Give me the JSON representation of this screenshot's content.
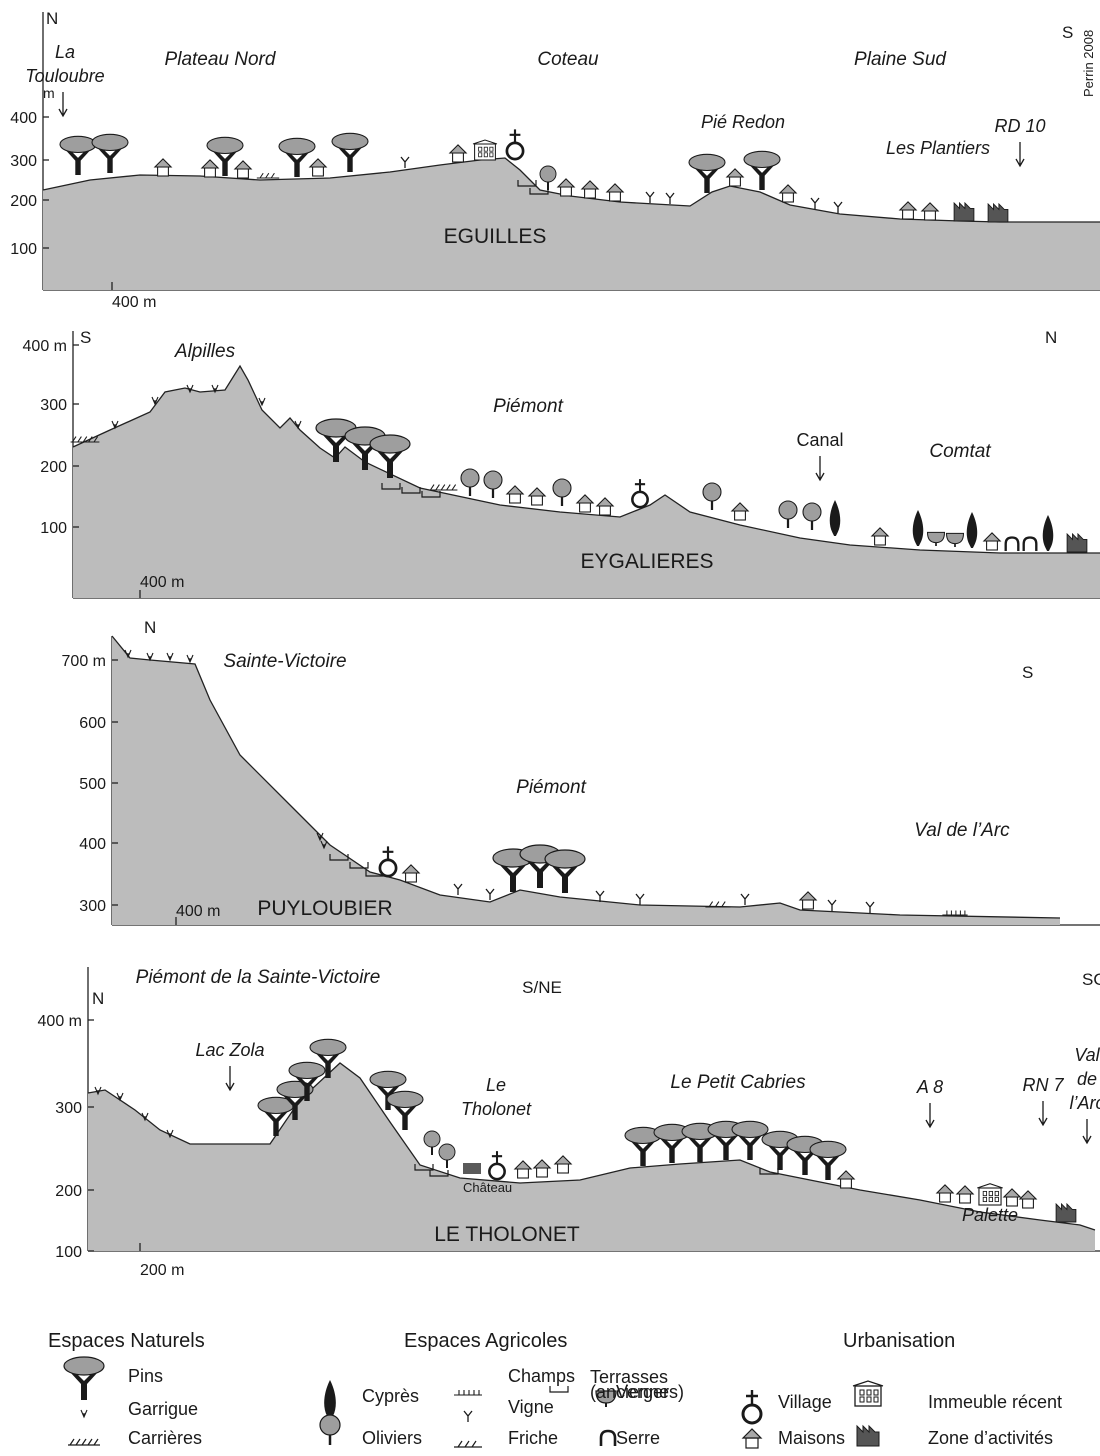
{
  "credit": "Perrin 2008",
  "colors": {
    "terrain": "#bcbcbc",
    "terrain_edge": "#222222",
    "tree": "#9e9e9e",
    "tree_dark": "#6a6a6a",
    "house": "#a8a8a8",
    "industry": "#555555",
    "frame": "#222222"
  },
  "profiles": [
    {
      "name": "EGUILLES",
      "left_dir": "N",
      "right_dir": "S",
      "unit_label": "m",
      "scale_label": "400 m",
      "y_ticks": [
        "400",
        "300",
        "200",
        "100"
      ],
      "region_labels": [
        "Plateau Nord",
        "Coteau",
        "Plaine Sud"
      ],
      "place_labels": [
        "Pié Redon",
        "Les Plantiers"
      ],
      "markers": [
        "La\nTouloubre",
        "RD 10"
      ],
      "surface_icons": [
        "pin-tree",
        "pin-tree",
        "house",
        "pin-tree",
        "house",
        "house",
        "friche",
        "pin-tree",
        "house",
        "pin-tree",
        "vigne",
        "house",
        "recent-building",
        "village",
        "olive-tree",
        "house",
        "house",
        "house",
        "vigne",
        "vigne",
        "pin-tree",
        "house",
        "pin-tree",
        "house",
        "vigne",
        "vigne",
        "house",
        "house",
        "industry",
        "industry"
      ]
    },
    {
      "name": "EYGALIERES",
      "left_dir": "S",
      "right_dir": "N",
      "scale_label": "400 m",
      "y_ticks": [
        "400 m",
        "300",
        "200",
        "100"
      ],
      "region_labels": [
        "Alpilles",
        "Piémont",
        "Comtat"
      ],
      "markers": [
        "Canal"
      ],
      "surface_icons": [
        "pin-tree",
        "pin-tree",
        "pin-tree",
        "olive-tree",
        "olive-tree",
        "house",
        "house",
        "olive-tree",
        "house",
        "house",
        "village",
        "olive-tree",
        "house",
        "olive-tree",
        "olive-tree",
        "cypress",
        "house",
        "cypress",
        "orchard",
        "orchard",
        "cypress",
        "house",
        "greenhouse",
        "greenhouse",
        "cypress",
        "industry"
      ]
    },
    {
      "name": "PUYLOUBIER",
      "left_dir": "N",
      "right_dir": "S",
      "scale_label": "400 m",
      "y_ticks": [
        "700 m",
        "600",
        "500",
        "400",
        "300"
      ],
      "region_labels": [
        "Sainte-Victoire",
        "Piémont",
        "Val de l’Arc"
      ],
      "surface_icons": [
        "garrigue",
        "village",
        "house",
        "pin-tree",
        "pin-tree",
        "pin-tree",
        "vigne",
        "friche",
        "house",
        "vigne",
        "champs"
      ]
    },
    {
      "name": "LE THOLONET",
      "left_dir": "N",
      "center_dir": "S/NE",
      "right_dir": "SO",
      "scale_label": "200 m",
      "y_ticks": [
        "400 m",
        "300",
        "200",
        "100"
      ],
      "region_labels": [
        "Piémont de la Sainte-Victoire",
        "Le Petit Cabries"
      ],
      "markers": [
        "Lac Zola",
        "A 8",
        "RN 7",
        "Val\nde\nl’Arc"
      ],
      "place_labels": [
        "Le\nTholonet",
        "Palette"
      ],
      "site_label": "Château",
      "surface_icons": [
        "pin-tree",
        "pin-tree",
        "pin-tree",
        "pin-tree",
        "pin-tree",
        "pin-tree",
        "olive-tree",
        "olive-tree",
        "village",
        "house",
        "house",
        "house",
        "pin-tree",
        "pin-tree",
        "pin-tree",
        "pin-tree",
        "pin-tree",
        "pin-tree",
        "pin-tree",
        "pin-tree",
        "house",
        "house",
        "house",
        "recent-building",
        "house",
        "house",
        "industry"
      ]
    }
  ],
  "legend": {
    "natural": {
      "title": "Espaces Naturels",
      "items": [
        {
          "icon": "pin-tree",
          "label": "Pins"
        },
        {
          "icon": "garrigue",
          "label": "Garrigue"
        },
        {
          "icon": "carrieres",
          "label": "Carrières"
        }
      ]
    },
    "agricole": {
      "title": "Espaces Agricoles",
      "items": [
        {
          "icon": "cypress",
          "label": "Cyprès"
        },
        {
          "icon": "olive-tree",
          "label": "Oliviers"
        },
        {
          "icon": "champs",
          "label": "Champs"
        },
        {
          "icon": "vigne",
          "label": "Vigne"
        },
        {
          "icon": "friche",
          "label": "Friche"
        },
        {
          "icon": "terrasses",
          "label": "Terrasses\n(anciennes)"
        },
        {
          "icon": "orchard",
          "label": "Verger"
        },
        {
          "icon": "greenhouse",
          "label": "Serre"
        }
      ]
    },
    "urban": {
      "title": "Urbanisation",
      "items": [
        {
          "icon": "village",
          "label": "Village"
        },
        {
          "icon": "house",
          "label": "Maisons"
        },
        {
          "icon": "recent-building",
          "label": "Immeuble récent"
        },
        {
          "icon": "industry",
          "label": "Zone d’activités"
        }
      ]
    }
  }
}
